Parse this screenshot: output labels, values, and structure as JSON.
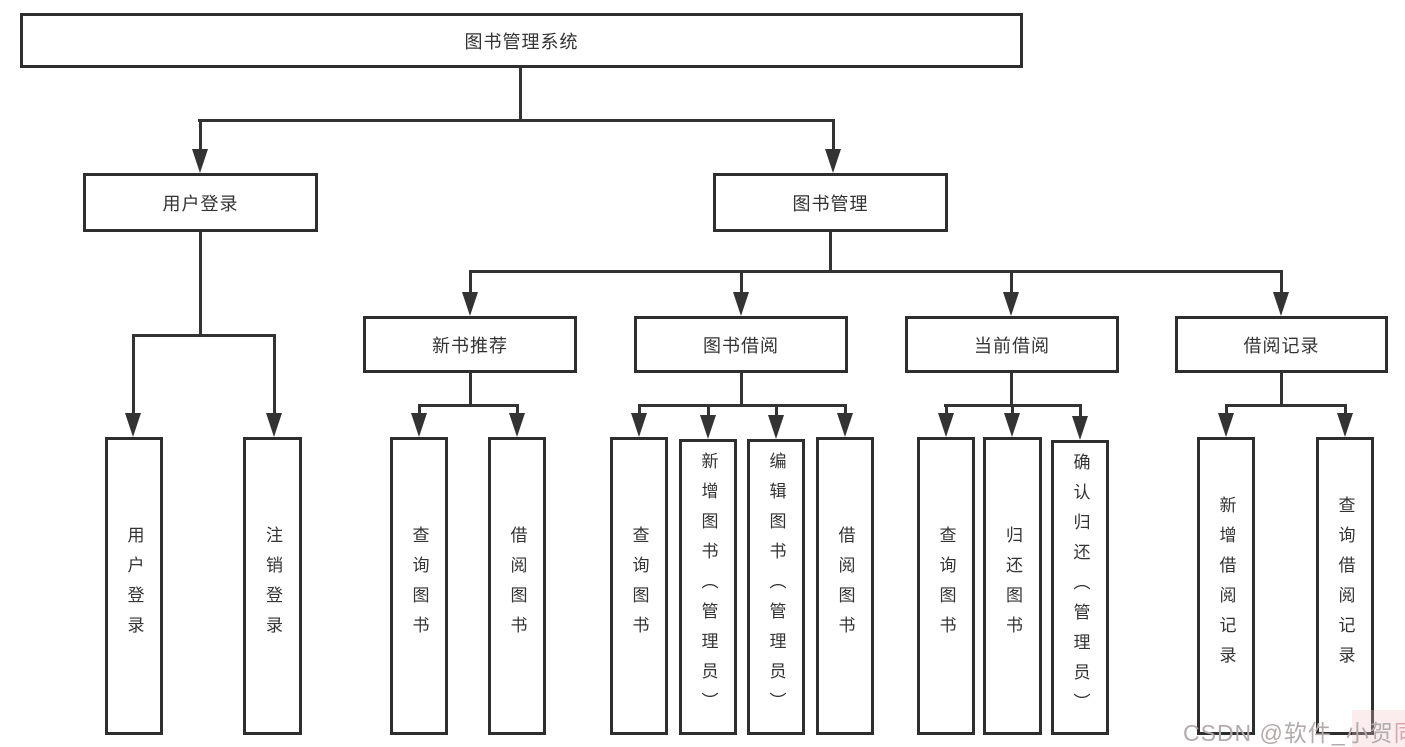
{
  "diagram": {
    "root": {
      "label": "图书管理系统"
    },
    "level2": [
      {
        "label": "用户登录"
      },
      {
        "label": "图书管理"
      }
    ],
    "level3": [
      {
        "label": "新书推荐"
      },
      {
        "label": "图书借阅"
      },
      {
        "label": "当前借阅"
      },
      {
        "label": "借阅记录"
      }
    ],
    "leaves": {
      "user": [
        "用户登录",
        "注销登录"
      ],
      "recommend": [
        "查询图书",
        "借阅图书"
      ],
      "borrow": [
        "查询图书",
        "新增图书（管理员）",
        "编辑图书（管理员）",
        "借阅图书"
      ],
      "current": [
        "查询图书",
        "归还图书",
        "确认归还（管理员）"
      ],
      "records": [
        "新增借阅记录",
        "查询借阅记录"
      ]
    }
  },
  "watermark": {
    "text_main": "CSDN @软件_小贺",
    "text_accent": "同学"
  },
  "colors": {
    "line": "#333333",
    "box_border": "#2e2e2e",
    "text": "#333333",
    "watermark_gray": "#b3abab",
    "watermark_pink": "#d9a8ae"
  }
}
